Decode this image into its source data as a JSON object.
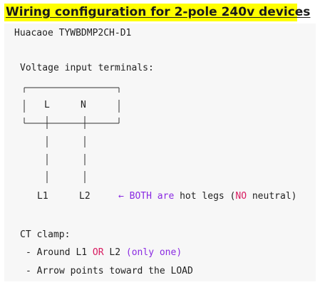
{
  "title": "Wiring configuration for 2-pole 240v devices",
  "device_model": "Huacaoe TYWBDMP2CH-D1",
  "voltage_heading": "Voltage input terminals:",
  "terminals": {
    "left": "L",
    "right": "N"
  },
  "legs": {
    "left": "L1",
    "right": "L2"
  },
  "note": {
    "arrow": "←",
    "both": "BOTH",
    "are": "are",
    "hot_legs": " hot legs (",
    "no": "NO",
    "neutral": " neutral)"
  },
  "ct": {
    "heading": "CT clamp:",
    "line1_prefix": "- Around L1 ",
    "line1_or": "OR",
    "line1_mid": " L2 ",
    "line1_paren": "(only one)",
    "line2": "- Arrow points toward the LOAD"
  },
  "colors": {
    "highlight": "#ffff00",
    "keyword_purple": "#8a2be2",
    "keyword_red": "#d81b60",
    "panel_bg": "#f7f7f7"
  }
}
